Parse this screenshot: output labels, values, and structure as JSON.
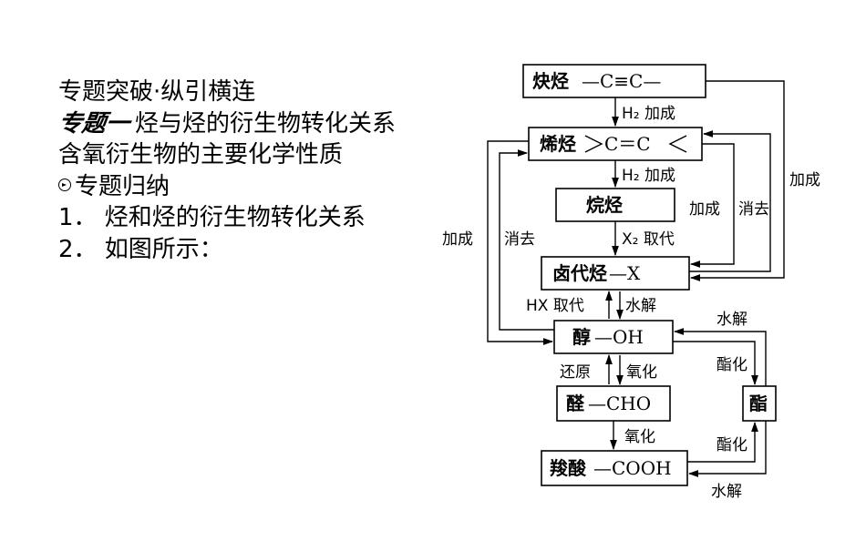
{
  "text": {
    "l1": "专题突破·纵引横连",
    "l2_prefix": "专题一",
    "l2_rest": "烃与烃的衍生物转化关系",
    "l3": "含氧衍生物的主要化学性质",
    "l4": "专题归纳",
    "l5": "1． 烃和烃的衍生物转化关系",
    "l6": "2． 如图所示："
  },
  "diagram": {
    "alkyne": "炔烃",
    "alkyne_formula": "—C≡C—",
    "alkene": "烯烃",
    "alkene_formula": "C＝C",
    "alkane": "烷烃",
    "haloalkane": "卤代烃",
    "haloalkane_formula": "—X",
    "alcohol": "醇",
    "alcohol_formula": "—OH",
    "aldehyde": "醛",
    "aldehyde_formula": "—CHO",
    "acid": "羧酸",
    "acid_formula": "—COOH",
    "ester": "酯",
    "h2_add": "H₂ 加成",
    "x2_sub": "X₂ 取代",
    "hx_sub": "HX 取代",
    "hydrolysis": "水解",
    "addition": "加成",
    "elimination": "消去",
    "reduction": "还原",
    "oxidation": "氧化",
    "esterification": "酯化"
  }
}
